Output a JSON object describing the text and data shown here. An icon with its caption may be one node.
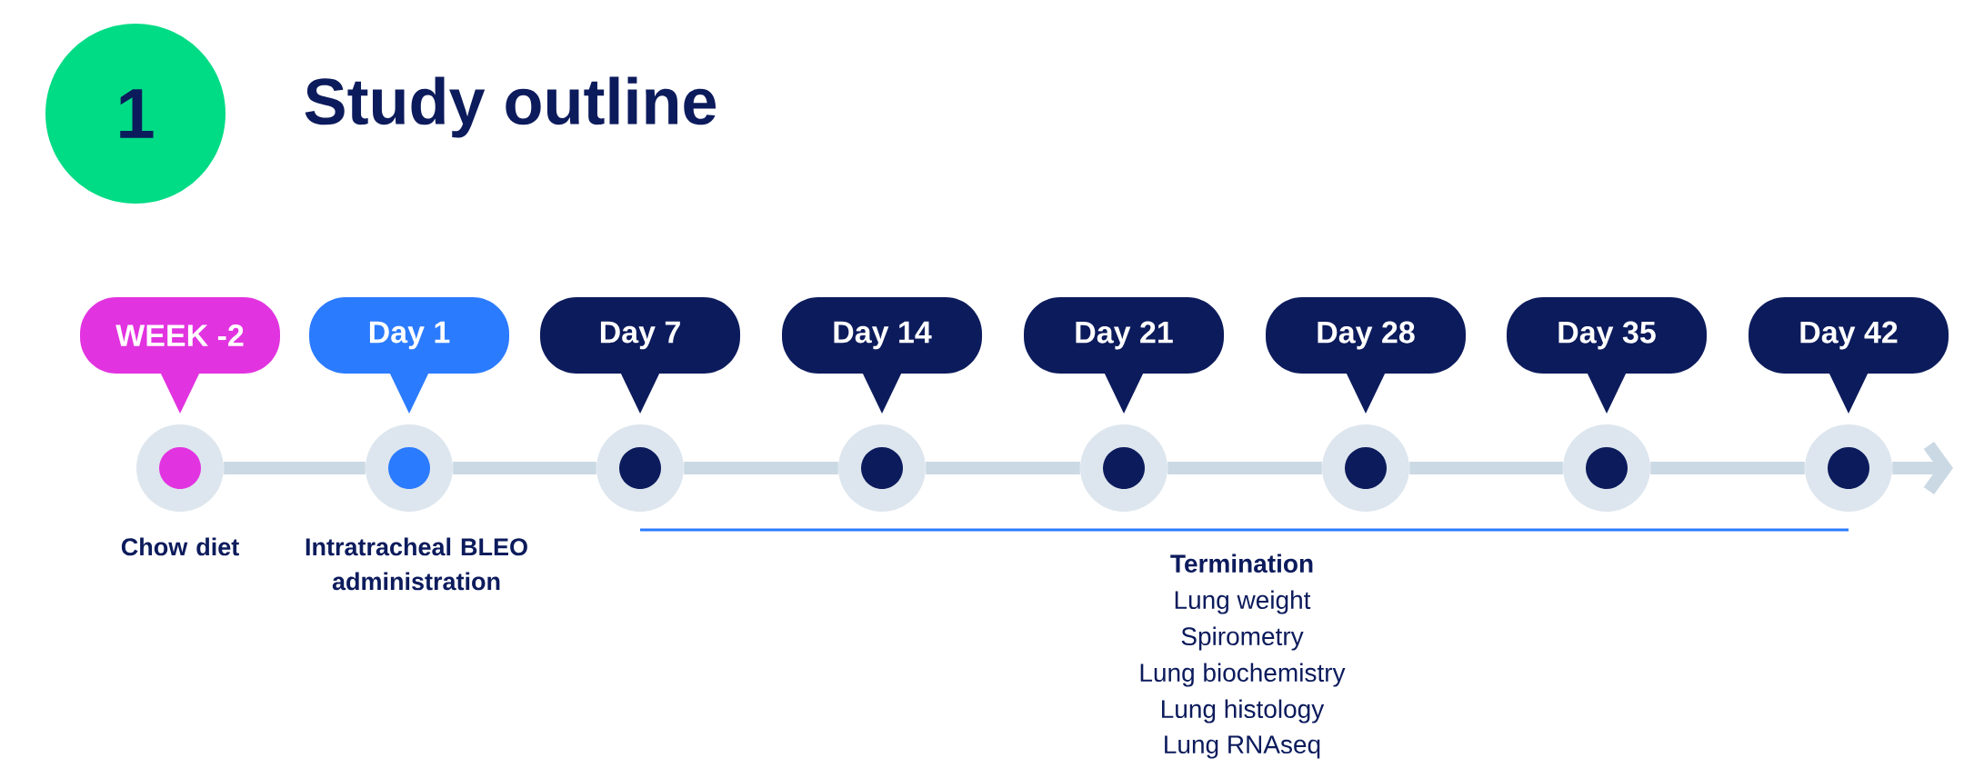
{
  "diagram": {
    "title": "Study outline",
    "nodes": [
      {
        "text": [
          "1"
        ]
      },
      {
        "text": [
          "WEEK -2"
        ]
      },
      {
        "text": [
          "Day 1"
        ]
      },
      {
        "text": [
          "Day 7"
        ]
      },
      {
        "text": [
          "Day 14"
        ]
      },
      {
        "text": [
          "Day 21"
        ]
      },
      {
        "text": [
          "Day 28"
        ]
      },
      {
        "text": [
          "Day 35"
        ]
      },
      {
        "text": [
          "Day 42"
        ]
      },
      {
        "text": [],
        "shape": "circle",
        "beside": [
          "Chow diet"
        ]
      },
      {
        "text": [],
        "shape": "circle",
        "beside": [
          "Intratracheal BLEO administration"
        ]
      },
      {
        "text": [],
        "shape": "circle"
      },
      {
        "text": [],
        "shape": "circle"
      },
      {
        "text": [],
        "shape": "circle"
      },
      {
        "text": [],
        "shape": "circle"
      },
      {
        "text": [],
        "shape": "circle"
      },
      {
        "text": [],
        "shape": "circle"
      }
    ],
    "edges": [
      {
        "from": 9,
        "to": 10,
        "arrow": "none"
      },
      {
        "from": 10,
        "to": 11,
        "arrow": "none"
      },
      {
        "from": 11,
        "to": 12,
        "arrow": "none"
      },
      {
        "from": 12,
        "to": 13,
        "arrow": "none"
      },
      {
        "from": 13,
        "to": 14,
        "arrow": "none"
      },
      {
        "from": 14,
        "to": 15,
        "arrow": "none"
      },
      {
        "from": 15,
        "to": 16,
        "arrow": "none"
      },
      {
        "from": 16,
        "to": null,
        "arrow": "to"
      }
    ],
    "labels": [
      "Termination",
      "Lung weight",
      "Spirometry",
      "Lung biochemistry",
      "Lung histology",
      "Lung RNAseq"
    ]
  }
}
